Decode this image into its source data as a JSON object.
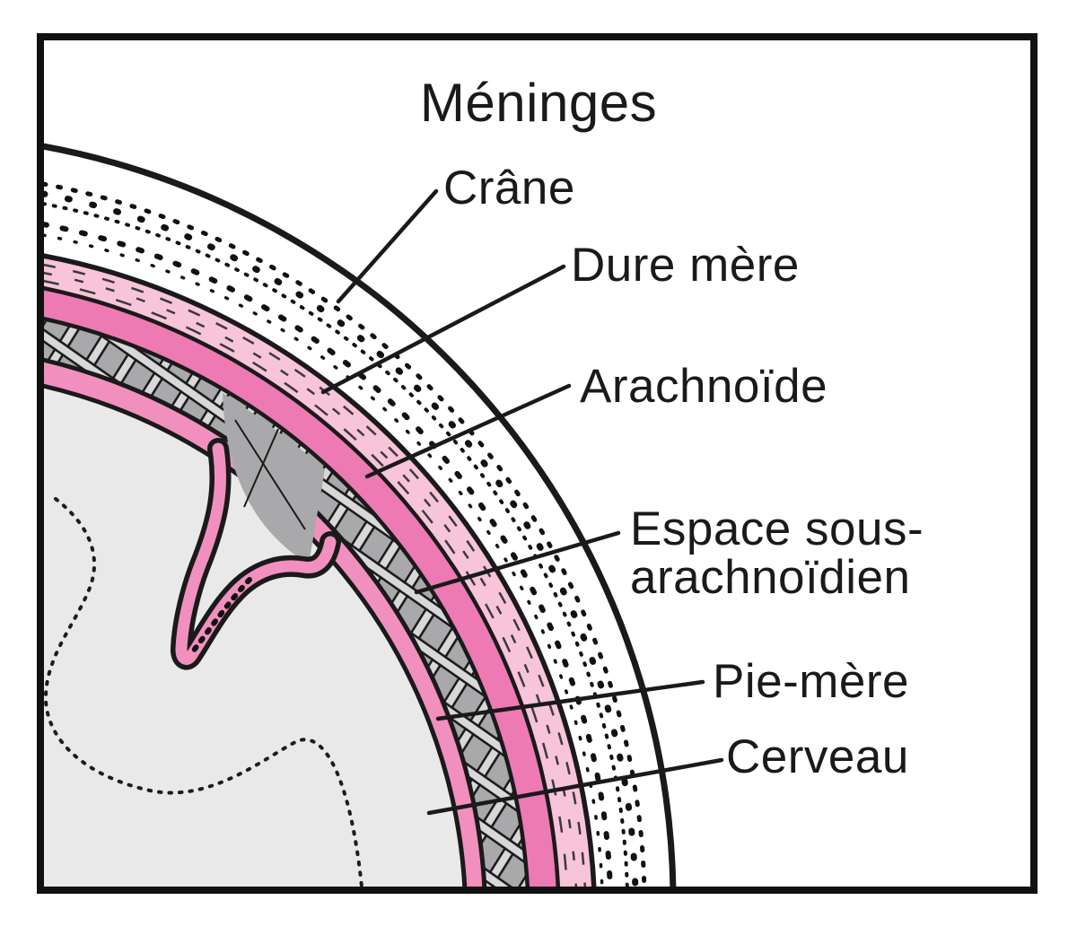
{
  "figure": {
    "title": "Méninges",
    "labels": {
      "crane": "Crâne",
      "dure_mere": "Dure mère",
      "arachnoide": "Arachnoïde",
      "espace_line1": "Espace sous-",
      "espace_line2": "arachnoïdien",
      "pie_mere": "Pie-mère",
      "cerveau": "Cerveau"
    },
    "colors": {
      "outline": "#1a1a1a",
      "skull_white": "#ffffff",
      "dura_pink": "#f8c4da",
      "arachnoid_pink": "#ee7ab3",
      "subarachnoid_gray": "#a9a9ac",
      "trabecula_light": "#d8d8db",
      "pia_pink": "#f190bf",
      "brain_gray": "#e9e9e9"
    }
  }
}
